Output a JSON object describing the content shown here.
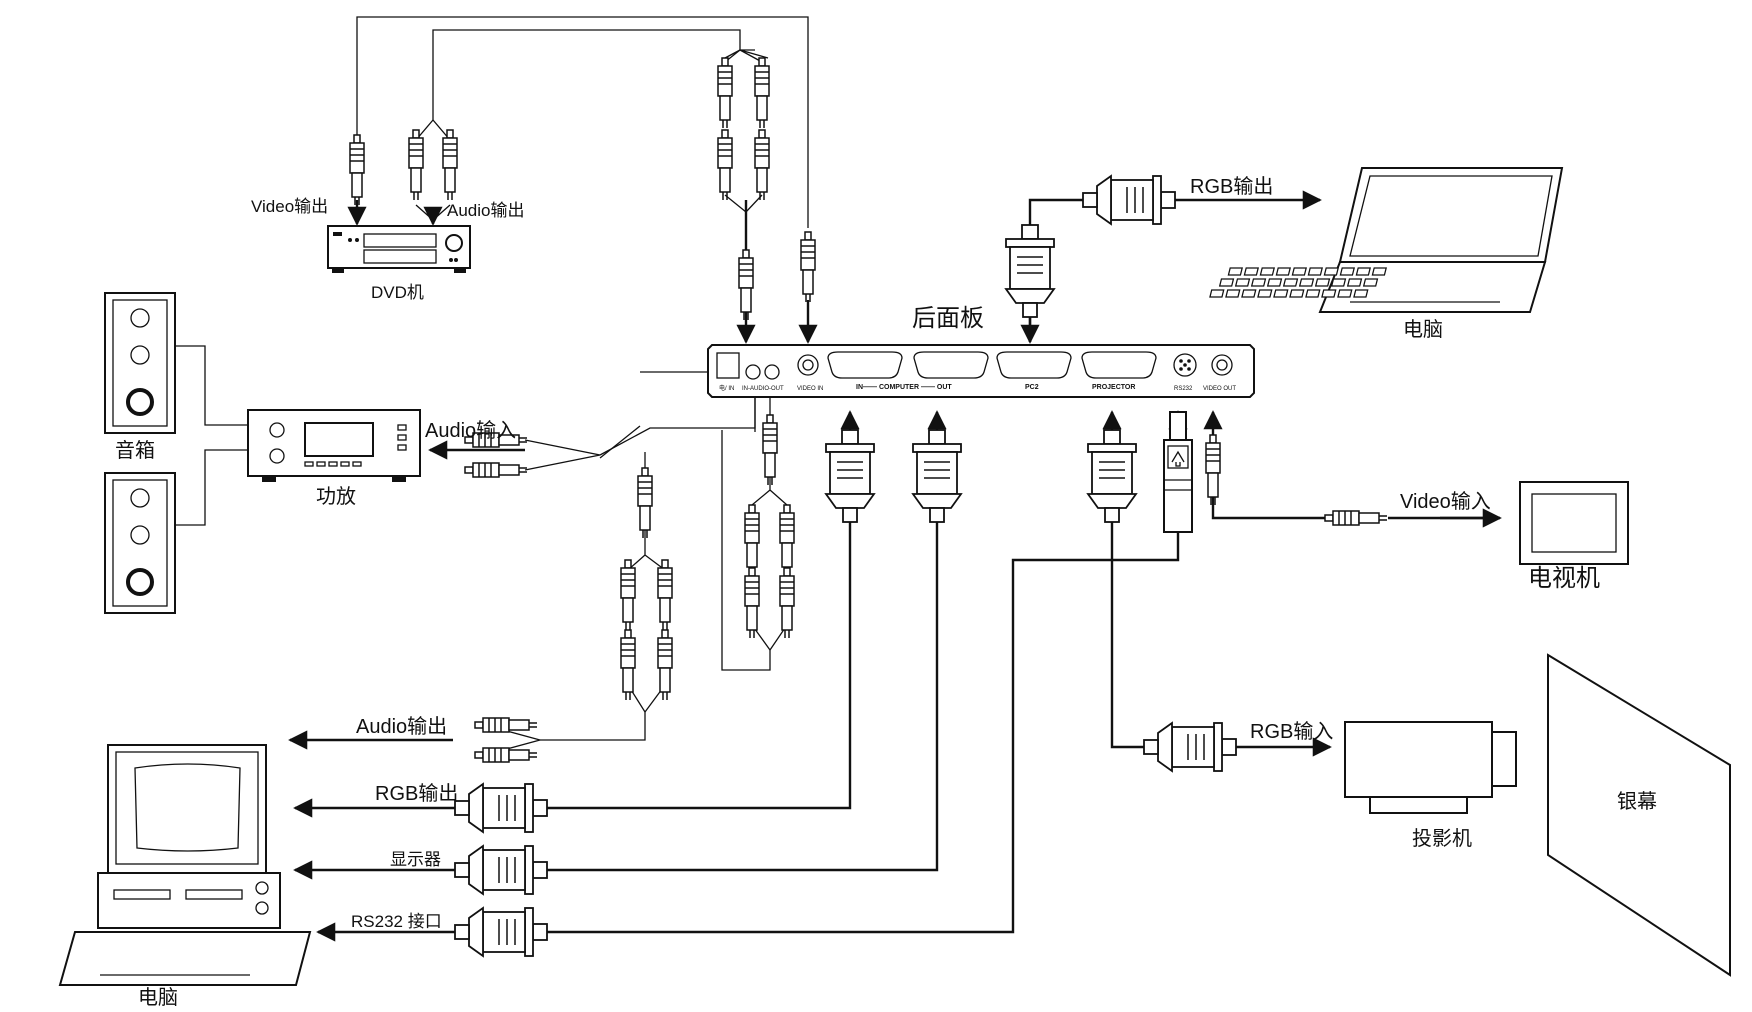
{
  "labels": {
    "video_out_dvd": "Video输出",
    "audio_out_dvd": "Audio输出",
    "dvd": "DVD机",
    "rear_panel": "后面板",
    "rgb_out_top": "RGB输出",
    "pc_top": "电脑",
    "speaker": "音箱",
    "amplifier": "功放",
    "audio_in_amp": "Audio输入",
    "video_in_tv": "Video输入",
    "tv": "电视机",
    "screen": "银幕",
    "rgb_in_projector": "RGB输入",
    "projector": "投影机",
    "audio_out_pc": "Audio输出",
    "rgb_out_pc": "RGB输出",
    "monitor": "显示器",
    "rs232_port": "RS232 接口",
    "pc_bottom": "电脑"
  },
  "panel_ports": {
    "power": "电/ IN",
    "audio": "IN-AUDIO-OUT",
    "video_in": "VIDEO IN",
    "computer": "IN—— COMPUTER —— OUT",
    "pc2": "PC2",
    "projector": "PROJECTOR",
    "rs232": "RS232",
    "video_out": "VIDEO OUT"
  }
}
